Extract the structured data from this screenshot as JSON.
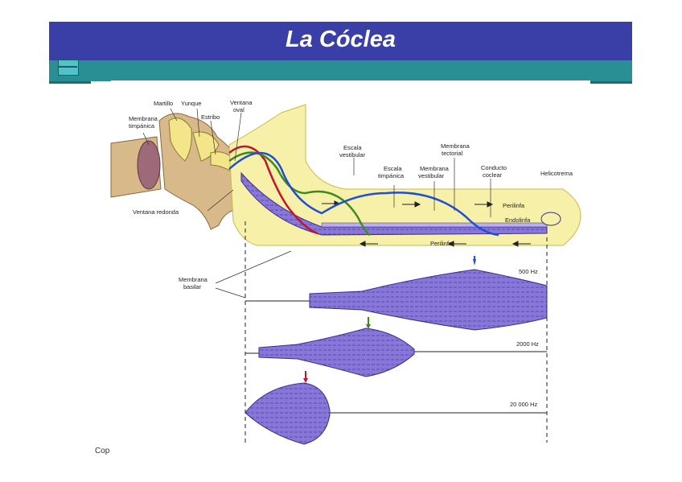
{
  "slide": {
    "title": "La Cóclea",
    "copyright": "Cop"
  },
  "labels": {
    "membrana_timpanica": [
      "Membrana",
      "timpánica"
    ],
    "martillo": "Martillo",
    "yunque": "Yunque",
    "estribo": "Estribo",
    "ventana_oval": [
      "Ventana",
      "oval"
    ],
    "ventana_redonda": "Ventana redonda",
    "escala_vestibular": [
      "Escala",
      "vestibular"
    ],
    "escala_timpanica": [
      "Escala",
      "timpánica"
    ],
    "membrana_tectorial": [
      "Membrana",
      "tectorial"
    ],
    "membrana_vestibular": [
      "Membrana",
      "vestibular"
    ],
    "conducto_coclear": [
      "Conducto",
      "coclear"
    ],
    "helicotrema": "Helicotrema",
    "perilinfa_top": "Perilinfa",
    "endolinfa": "Endolinfa",
    "perilinfa_bottom": "Perilinfa",
    "membrana_basilar": [
      "Membrana",
      "basilar"
    ]
  },
  "frequencies": [
    "500 Hz",
    "2000 Hz",
    "20 000 Hz"
  ],
  "colors": {
    "title_bar": "#3a3fa8",
    "teal_bar": "#2a8f95",
    "cochlea_fill": "#f7f0a8",
    "membrane_fill": "#8877d9",
    "wave_500": "#1f4fd6",
    "wave_2000": "#3d8a1f",
    "wave_20000": "#c0182a"
  }
}
